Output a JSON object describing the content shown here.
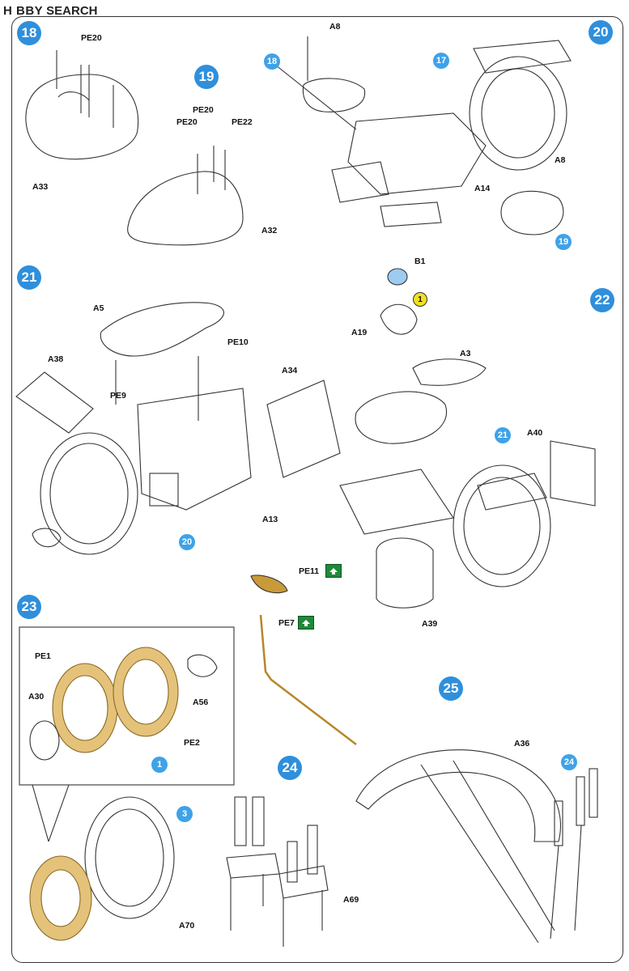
{
  "logo": {
    "brand": "H BBY",
    "name": "SEARCH"
  },
  "steps": {
    "s18": "18",
    "s19": "19",
    "s20": "20",
    "s21": "21",
    "s22": "22",
    "s23": "23",
    "s24": "24",
    "s25": "25"
  },
  "refs": {
    "r18": "18",
    "r17": "17",
    "r19": "19",
    "r20": "20",
    "r21": "21",
    "r1": "1",
    "r3": "3",
    "r24": "24"
  },
  "note_marker": "1",
  "labels": {
    "pe20_a": "PE20",
    "a33": "A33",
    "pe20_b": "PE20",
    "pe20_c": "PE20",
    "pe22": "PE22",
    "a32": "A32",
    "a8_top": "A8",
    "a8_right": "A8",
    "a14": "A14",
    "a5": "A5",
    "pe10": "PE10",
    "a38": "A38",
    "pe9": "PE9",
    "b1": "B1",
    "a19": "A19",
    "a3": "A3",
    "a34": "A34",
    "a40": "A40",
    "a13": "A13",
    "pe11": "PE11",
    "pe7": "PE7",
    "a39": "A39",
    "pe1": "PE1",
    "a30": "A30",
    "a56": "A56",
    "pe2": "PE2",
    "a36": "A36",
    "a69": "A69",
    "a70": "A70"
  },
  "colors": {
    "step_blue": "#2f8fdc",
    "photo_etch": "#c99a3a",
    "flip_green": "#1f8a3a",
    "note_yellow": "#f2df22"
  }
}
